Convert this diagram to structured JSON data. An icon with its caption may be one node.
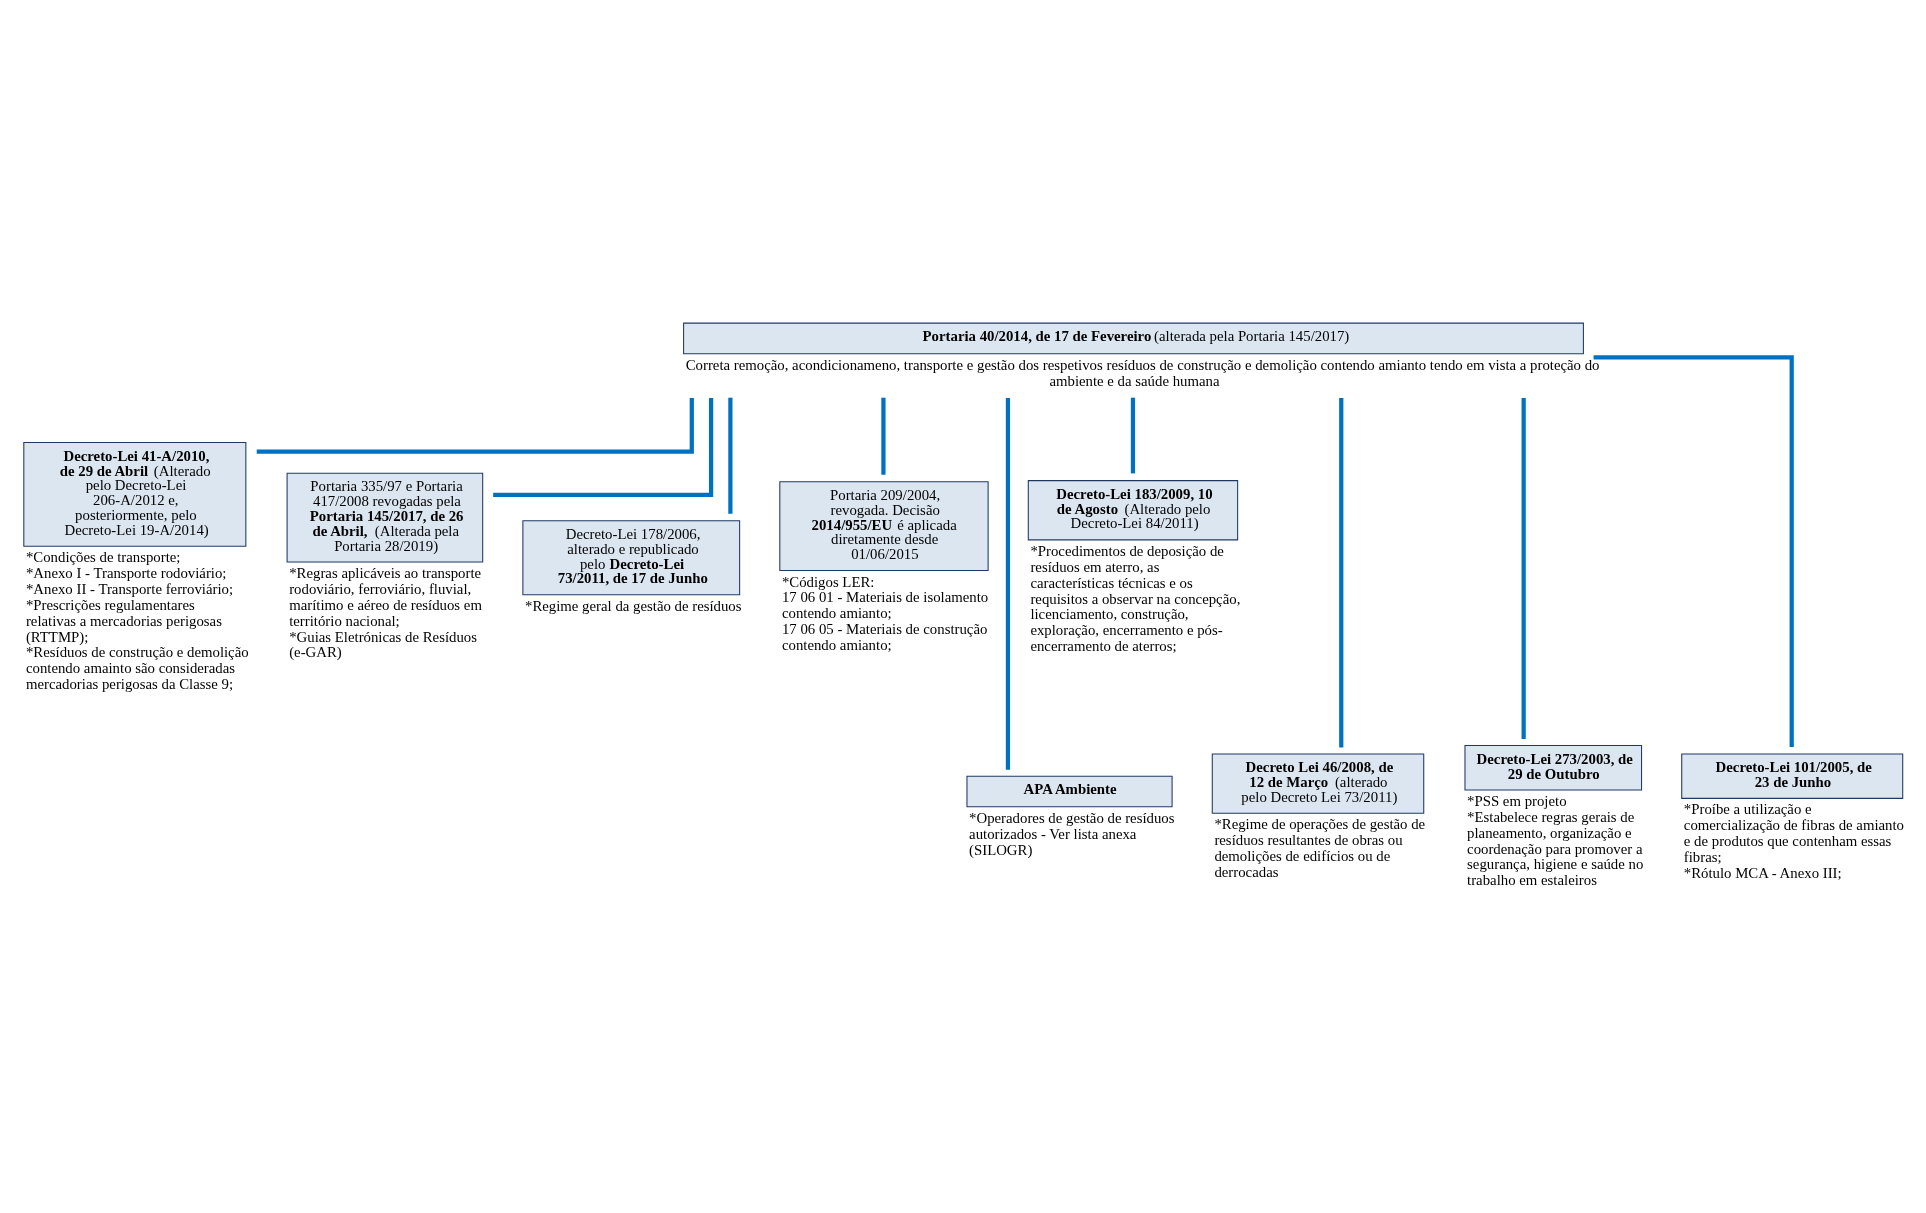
{
  "diagram": {
    "nodes": [
      {
        "text": [
          "**Portaria 40/2014, de 17 de Fevereiro** (alterada pela Portaria 145/2017)",
          "Correta remoção, acondicionameno, transporte e gestão dos respetivos resíduos de construção e demolição contendo amianto tendo em vista a proteção do ambiente e da saúde humana"
        ]
      },
      {
        "text": [
          "**Decreto-Lei 41-A/2010, de 29 de Abril** (Alterado pelo Decreto-Lei 206-A/2012 e, posteriormente, pelo Decreto-Lei 19-A/2014)"
        ],
        "beside": [
          "*Condições de transporte;",
          "*Anexo I - Transporte rodoviário;",
          "*Anexo II - Transporte ferroviário;",
          "*Prescrições regulamentares relativas a mercadorias perigosas (RTTMP);",
          "*Resíduos de construção e demolição contendo amainto são consideradas mercadorias perigosas da Classe 9;"
        ]
      },
      {
        "text": [
          "Portaria 335/97 e Portaria 417/2008 revogadas pela **Portaria 145/2017, de 26 de Abril,** (Alterada pela Portaria 28/2019)"
        ],
        "beside": [
          "*Regras aplicáveis ao transporte rodoviário, ferroviário, fluvial, marítimo e aéreo de resíduos em território nacional;",
          "*Guias Eletrónicas de Resíduos (e-GAR)"
        ]
      },
      {
        "text": [
          "Decreto-Lei 178/2006, alterado e republicado pelo **Decreto-Lei 73/2011, de 17 de Junho**"
        ],
        "beside": [
          "*Regime geral da gestão de resíduos"
        ]
      },
      {
        "text": [
          "Portaria 209/2004, revogada. Decisão **2014/955/EU** é aplicada diretamente desde 01/06/2015"
        ],
        "beside": [
          "*Códigos LER:",
          "17 06 01 - Materiais de isolamento contendo amianto;",
          "17 06 05 - Materiais de construção contendo amianto;"
        ]
      },
      {
        "text": [
          "**Decreto-Lei 183/2009, 10 de Agosto** (Alterado pelo Decreto-Lei 84/2011)"
        ],
        "beside": [
          "*Procedimentos de deposição de resíduos em aterro, as características técnicas e os requisitos a observar na concepção, licenciamento, construção, exploração, encerramento e pós-encerramento de aterros;"
        ]
      },
      {
        "text": [
          "APA Ambiente"
        ],
        "beside": [
          "*Operadores de gestão de resíduos autorizados - Ver lista anexa (SILOGR)"
        ]
      },
      {
        "text": [
          "**Decreto Lei 46/2008, de 12 de Março** (alterado pelo Decreto Lei 73/2011)"
        ],
        "beside": [
          "*Regime de operações de gestão de resíduos resultantes de obras ou demolições de edifícios ou de derrocadas"
        ]
      },
      {
        "text": [
          "Decreto-Lei 273/2003, de 29 de Outubro"
        ],
        "beside": [
          "*PSS em projeto",
          "*Estabelece regras gerais de planeamento, organização e coordenação para promover a segurança, higiene e saúde no trabalho em estaleiros"
        ]
      },
      {
        "text": [
          "Decreto-Lei 101/2005, de 23 de Junho"
        ],
        "beside": [
          "*Proíbe a utilização e comercialização de fibras de amianto e de produtos que contenham essas fibras;",
          "*Rótulo MCA - Anexo III;"
        ]
      }
    ],
    "edges": [
      {
        "from": 0,
        "to": 1,
        "arrow": "none"
      },
      {
        "from": 0,
        "to": 6,
        "arrow": "none"
      },
      {
        "from": 0,
        "to": 2,
        "arrow": "none"
      },
      {
        "from": 0,
        "to": 7,
        "arrow": "none"
      },
      {
        "from": 0,
        "to": 3,
        "arrow": "none"
      },
      {
        "from": 0,
        "to": 8,
        "arrow": "none"
      },
      {
        "from": 0,
        "to": 4,
        "arrow": "none"
      },
      {
        "from": 0,
        "to": 9,
        "arrow": "none"
      },
      {
        "from": 0,
        "to": 5,
        "arrow": "none"
      }
    ]
  }
}
